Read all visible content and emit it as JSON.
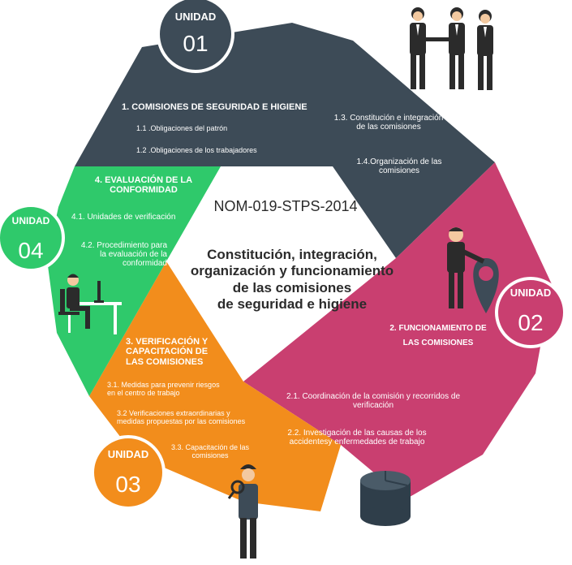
{
  "colors": {
    "slate": "#3d4b57",
    "magenta": "#c93f70",
    "orange": "#f28d1c",
    "green": "#2fc96b",
    "white": "#ffffff",
    "text_dark": "#2b2b2b"
  },
  "center": {
    "norm": "NOM-019-STPS-2014",
    "title_lines": [
      "Constitución, integración,",
      "organización y funcionamiento",
      "de las comisiones",
      "de seguridad e higiene"
    ]
  },
  "units": [
    {
      "label": "UNIDAD",
      "number": "01"
    },
    {
      "label": "UNIDAD",
      "number": "02"
    },
    {
      "label": "UNIDAD",
      "number": "03"
    },
    {
      "label": "UNIDAD",
      "number": "04"
    }
  ],
  "sections": {
    "s1": {
      "title": "1. COMISIONES DE SEGURIDAD E HIGIENE",
      "items": [
        "1.1 .Obligaciones del patrón",
        "1.2 .Obligaciones de los trabajadores"
      ],
      "side_items": [
        [
          "1.3. Constitución e integración",
          "de las comisiones"
        ],
        [
          "1.4.Organización de las",
          "comisiones"
        ]
      ]
    },
    "s2": {
      "title_lines": [
        "2. FUNCIONAMIENTO DE",
        "LAS COMISIONES"
      ],
      "items": [
        [
          "2.1. Coordinación de la comisión y recorridos de",
          "verificación"
        ],
        [
          "2.2. Investigación de las causas de los",
          "accidentesy enfermedades de trabajo"
        ]
      ]
    },
    "s3": {
      "title_lines": [
        "3. VERIFICACIÓN Y",
        "CAPACITACIÓN DE",
        "LAS COMISIONES"
      ],
      "items": [
        [
          "3.1. Medidas para prevenir riesgos",
          "en el centro de trabajo"
        ],
        [
          "3.2 Verificaciones extraordinarias y",
          "medidas propuestas por las comisiones"
        ],
        [
          "3.3. Capacitación de las",
          "comisiones"
        ]
      ]
    },
    "s4": {
      "title_lines": [
        "4. EVALUACIÓN DE LA",
        "CONFORMIDAD"
      ],
      "items": [
        [
          "4.1. Unidades de verificación"
        ],
        [
          "4.2. Procedimiento para",
          "la evaluación de la",
          "conformidad"
        ]
      ]
    }
  },
  "icons": [
    "handshake-people-icon",
    "map-pin-person-icon",
    "magnifier-person-icon",
    "desk-worker-icon",
    "database-icon"
  ]
}
